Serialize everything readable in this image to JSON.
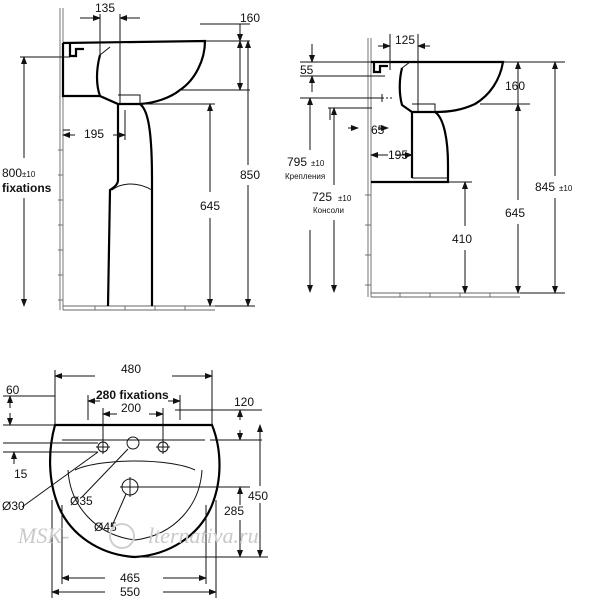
{
  "side_view_full_pedestal": {
    "dims": {
      "top_width": "135",
      "top_height": "160",
      "fixations_height": "800",
      "fixations_tol": "±10",
      "fixations_label": "fixations",
      "depth_195": "195",
      "height_645": "645",
      "height_850": "850"
    }
  },
  "side_view_half_pedestal": {
    "dims": {
      "top_width": "125",
      "offset_55": "55",
      "depth_160": "160",
      "offset_65": "65",
      "depth_195": "195",
      "height_795": "795",
      "height_795_tol": "±10",
      "label_krepleniya": "Крепления",
      "height_725": "725",
      "height_725_tol": "±10",
      "label_konsoli": "Консоли",
      "height_410": "410",
      "height_645": "645",
      "height_845": "845",
      "height_845_tol": "±10"
    }
  },
  "plan_view": {
    "dims": {
      "width_480": "480",
      "fixations_280": "280 fixations",
      "holes_200": "200",
      "offset_60": "60",
      "offset_120": "120",
      "offset_15": "15",
      "diam_30": "Ø30",
      "diam_35": "Ø35",
      "diam_45": "Ø45",
      "depth_285": "285",
      "depth_450": "450",
      "width_465": "465",
      "width_550": "550"
    }
  },
  "watermark": {
    "prefix": "MSK-",
    "suffix": "lternativa.ru"
  }
}
